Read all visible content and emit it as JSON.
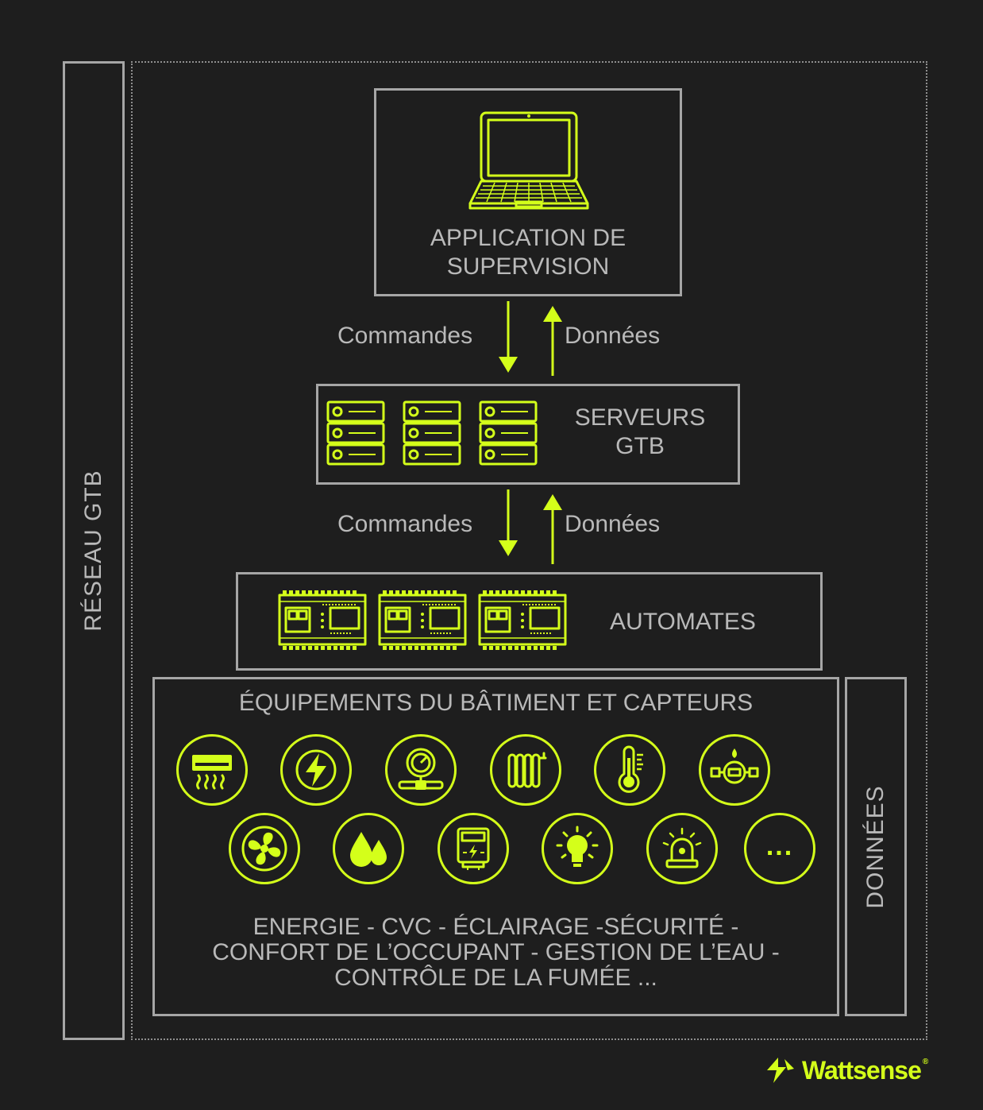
{
  "side_labels": {
    "network": "RÉSEAU GTB",
    "data": "DONNÉES"
  },
  "app": {
    "title_line1": "APPLICATION DE",
    "title_line2": "SUPERVISION"
  },
  "flow_top": {
    "commands": "Commandes",
    "data": "Données"
  },
  "servers": {
    "title_line1": "SERVEURS",
    "title_line2": "GTB"
  },
  "flow_bottom": {
    "commands": "Commandes",
    "data": "Données"
  },
  "plc": {
    "title": "AUTOMATES"
  },
  "equipment": {
    "title": "ÉQUIPEMENTS DU BÂTIMENT ET CAPTEURS",
    "categories_line1": "ENERGIE - CVC - ÉCLAIRAGE -SÉCURITÉ -",
    "categories_line2": "CONFORT DE L’OCCUPANT - GESTION DE L’EAU -",
    "categories_line3": "CONTRÔLE DE LA FUMÉE ...",
    "icons_row1": [
      "air-conditioner-icon",
      "energy-bolt-icon",
      "pressure-gauge-icon",
      "radiator-icon",
      "thermometer-icon",
      "water-meter-icon"
    ],
    "icons_row2": [
      "fan-icon",
      "water-drops-icon",
      "electric-meter-icon",
      "light-bulb-icon",
      "alarm-light-icon",
      "more-icon"
    ],
    "more_text": "..."
  },
  "brand": {
    "name": "Wattsense",
    "mark": "®"
  },
  "colors": {
    "accent": "#d4ff1a",
    "background": "#1e1e1e",
    "border": "#a6a6a6",
    "text": "#b9b9b9"
  }
}
